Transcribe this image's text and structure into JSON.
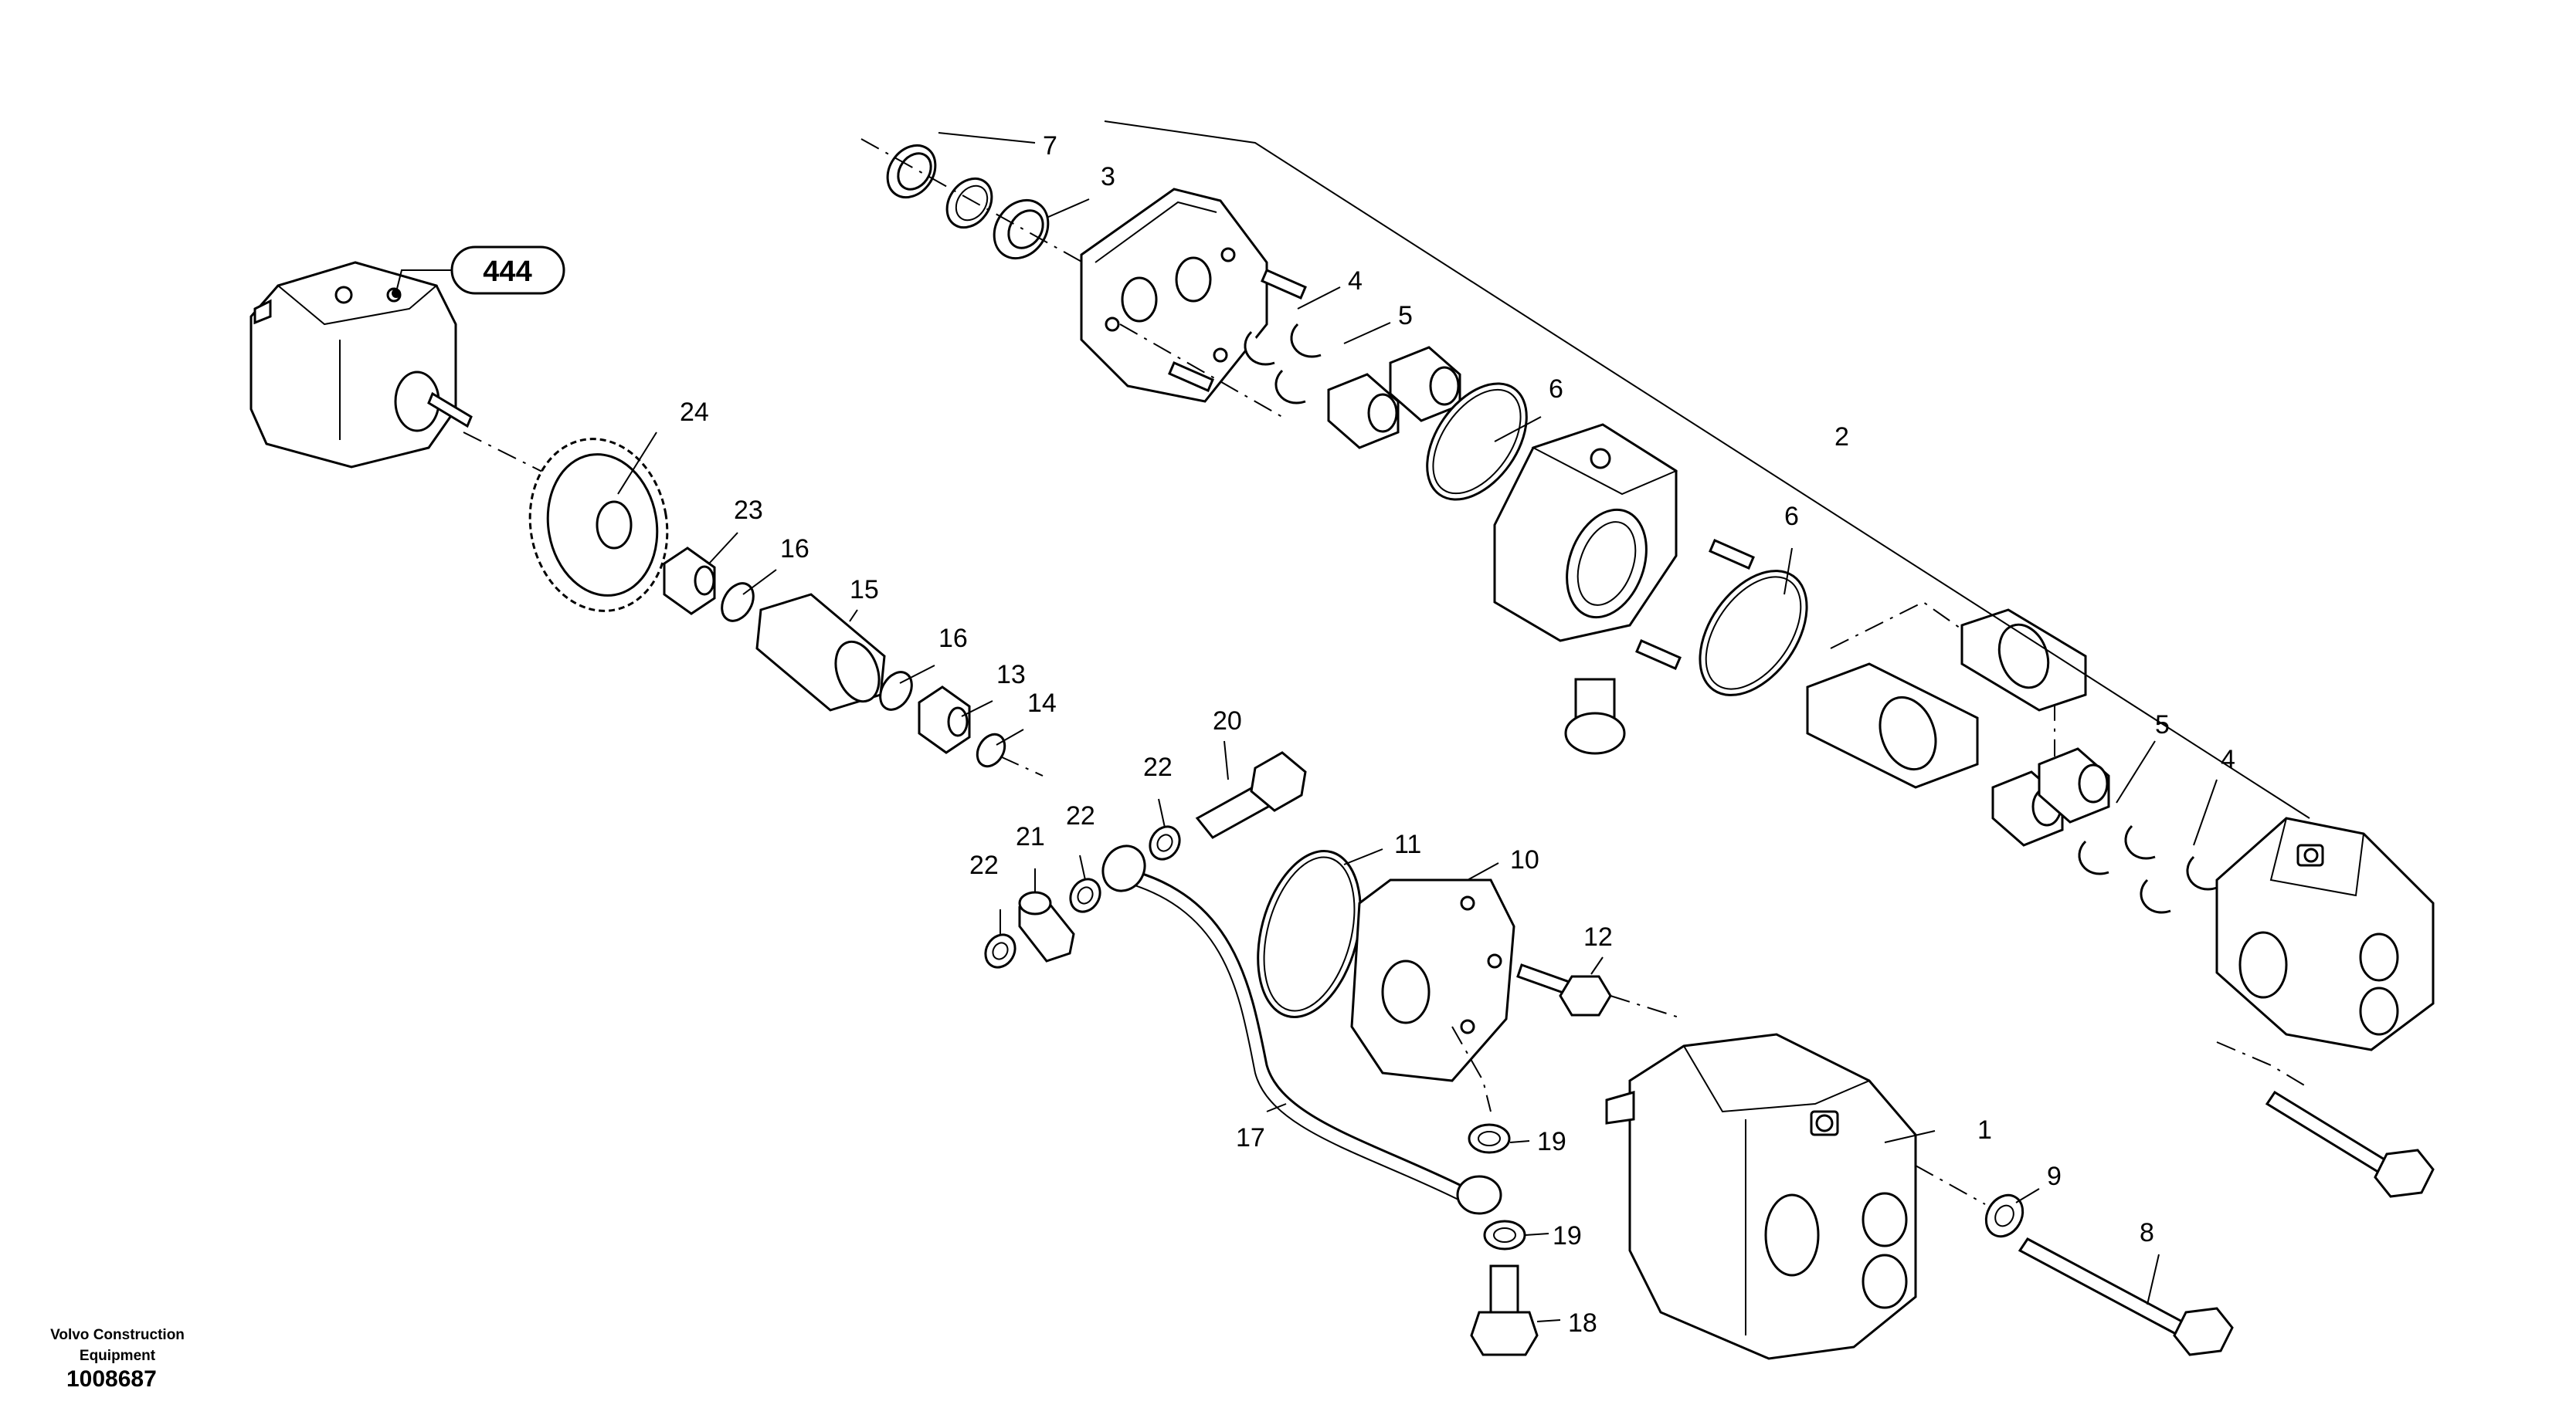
{
  "diagram": {
    "badge": "444",
    "callouts": [
      {
        "id": "7",
        "label": "7"
      },
      {
        "id": "3",
        "label": "3"
      },
      {
        "id": "4a",
        "label": "4"
      },
      {
        "id": "5a",
        "label": "5"
      },
      {
        "id": "6a",
        "label": "6"
      },
      {
        "id": "2",
        "label": "2"
      },
      {
        "id": "6b",
        "label": "6"
      },
      {
        "id": "24",
        "label": "24"
      },
      {
        "id": "23",
        "label": "23"
      },
      {
        "id": "16a",
        "label": "16"
      },
      {
        "id": "15",
        "label": "15"
      },
      {
        "id": "16b",
        "label": "16"
      },
      {
        "id": "13",
        "label": "13"
      },
      {
        "id": "14",
        "label": "14"
      },
      {
        "id": "20",
        "label": "20"
      },
      {
        "id": "22a",
        "label": "22"
      },
      {
        "id": "22b",
        "label": "22"
      },
      {
        "id": "21",
        "label": "21"
      },
      {
        "id": "22c",
        "label": "22"
      },
      {
        "id": "11",
        "label": "11"
      },
      {
        "id": "10",
        "label": "10"
      },
      {
        "id": "12",
        "label": "12"
      },
      {
        "id": "5b",
        "label": "5"
      },
      {
        "id": "4b",
        "label": "4"
      },
      {
        "id": "1",
        "label": "1"
      },
      {
        "id": "9",
        "label": "9"
      },
      {
        "id": "8",
        "label": "8"
      },
      {
        "id": "17",
        "label": "17"
      },
      {
        "id": "19a",
        "label": "19"
      },
      {
        "id": "19b",
        "label": "19"
      },
      {
        "id": "18",
        "label": "18"
      }
    ]
  },
  "footer": {
    "company_line1": "Volvo Construction",
    "company_line2": "Equipment",
    "drawing_id": "1008687"
  }
}
